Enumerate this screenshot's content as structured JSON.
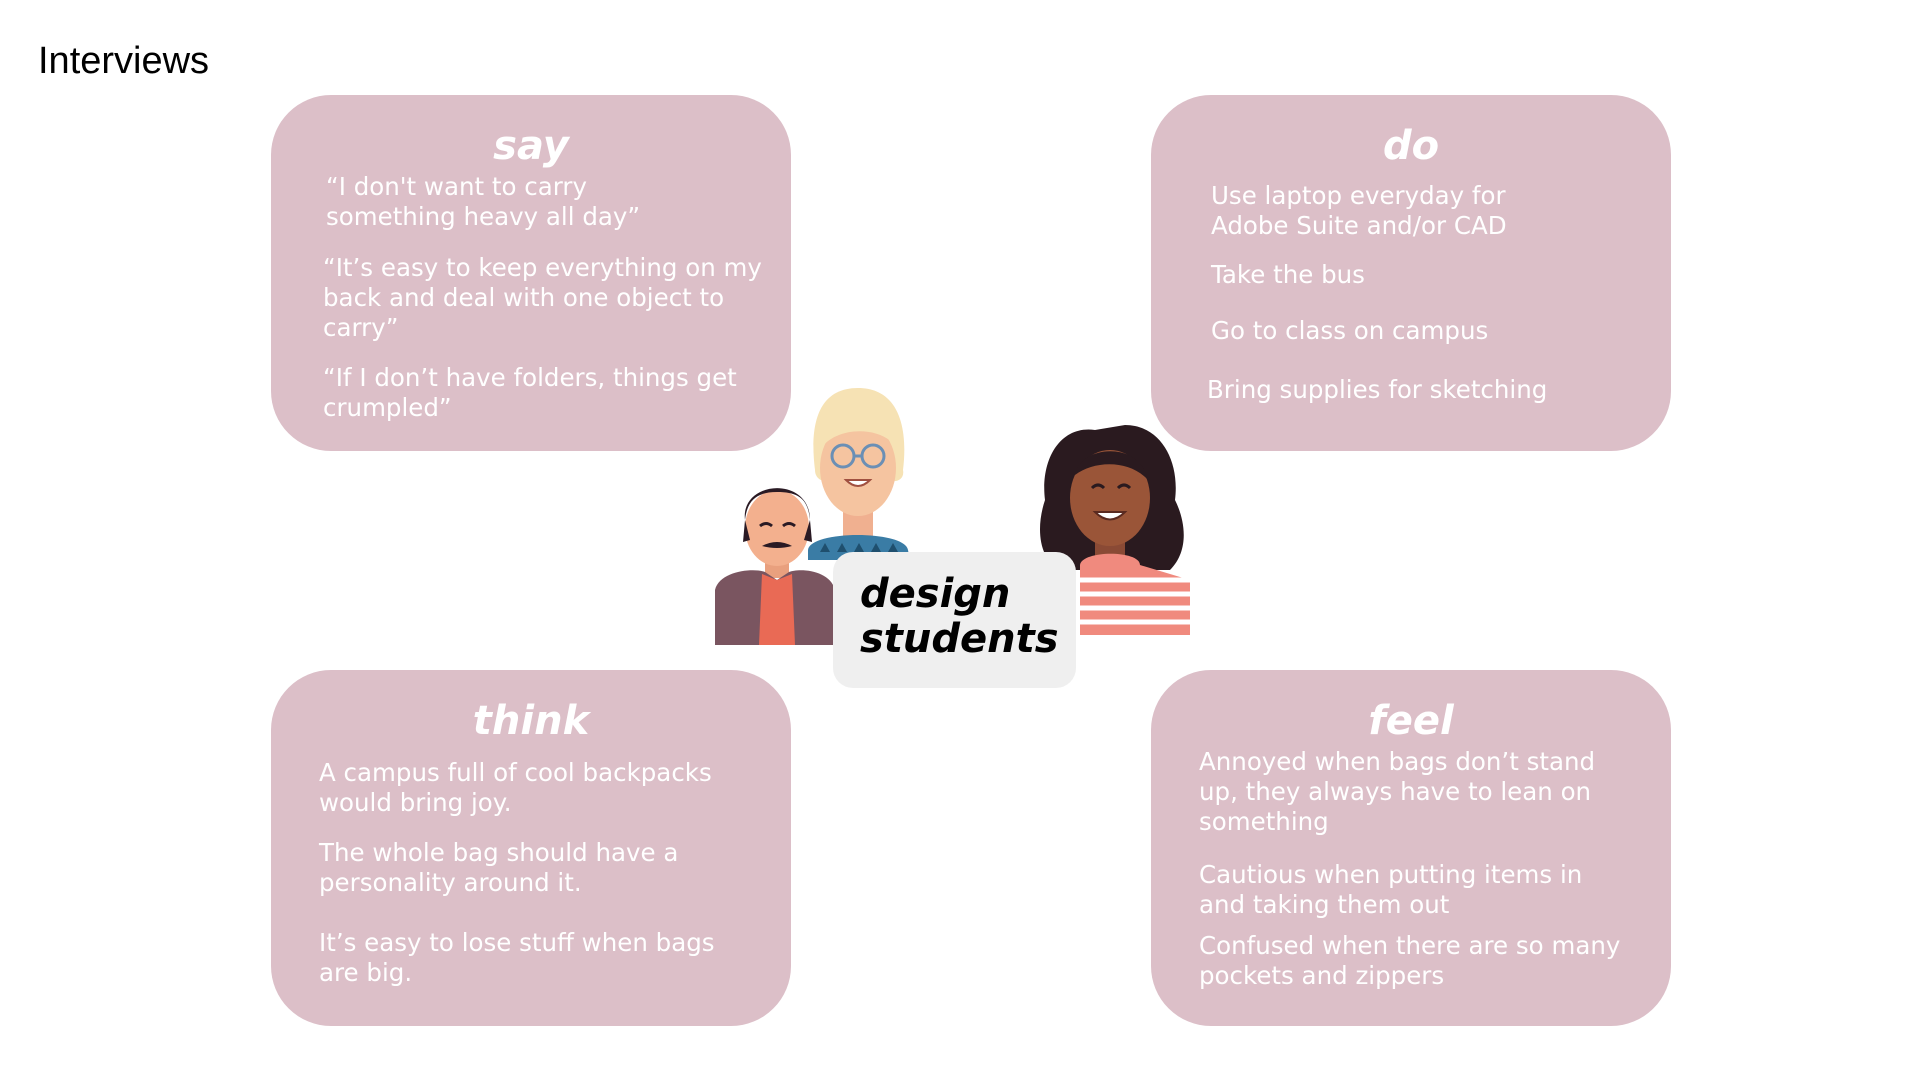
{
  "title": "Interviews",
  "center": {
    "label": "design\nstudents"
  },
  "quadrants": {
    "say": {
      "title": "say",
      "items": [
        "“I don't want to carry\nsomething heavy all day”",
        "“It’s easy to keep everything on my\nback and deal with one object to\ncarry”",
        "“If I don’t have folders, things get\ncrumpled”"
      ]
    },
    "do": {
      "title": "do",
      "items": [
        "Use laptop everyday for\nAdobe Suite and/or CAD",
        "Take the bus",
        "Go to class on campus",
        "Bring supplies for sketching"
      ]
    },
    "think": {
      "title": "think",
      "items": [
        "A campus full of cool backpacks\nwould bring joy.",
        "The whole bag should have a\npersonality around it.",
        "It’s easy to lose stuff when bags\nare big."
      ]
    },
    "feel": {
      "title": "feel",
      "items": [
        "Annoyed when bags don’t stand\nup, they always have to lean on\nsomething",
        "Cautious when putting items in\nand taking them out",
        "Confused when there are so many\npockets and zippers"
      ]
    }
  },
  "colors": {
    "card_fill": "#dcbfc8",
    "card_text": "#ffffff",
    "center_box": "#efefef"
  },
  "icons": [
    "man-avatar-icon",
    "woman-glasses-avatar-icon",
    "woman-curly-hair-avatar-icon"
  ]
}
